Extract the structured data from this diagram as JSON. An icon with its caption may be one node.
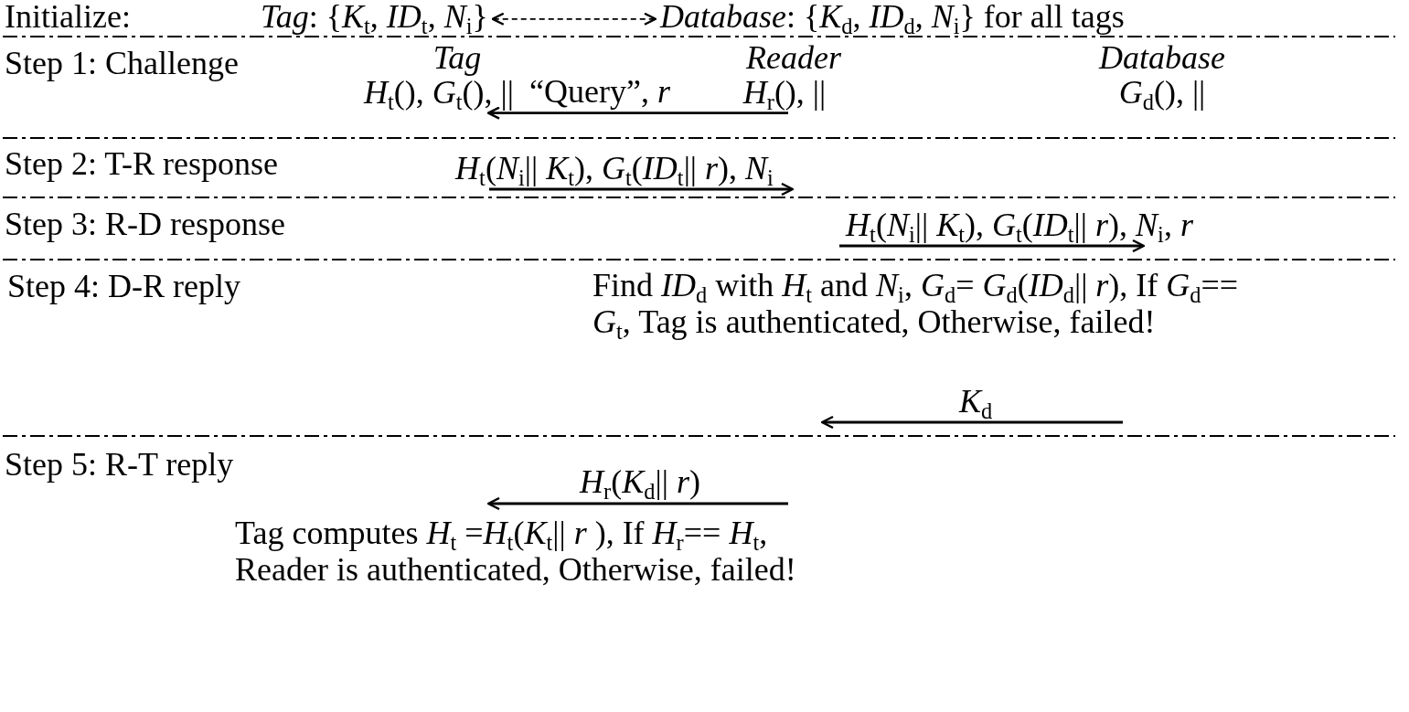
{
  "diagram": {
    "nodes": [
      {
        "text": [
          "*Tag*: {*K*$_{t}$, *ID*$_{t}$, *N*$_{i}$}"
        ]
      },
      {
        "text": [
          "*Database*: {*K*$_{d}$, *ID*$_{d}$, *N*$_{i}$} for all tags"
        ]
      },
      {
        "text": [
          "*H*$_{t}$(), *G*$_{t}$(), ||"
        ]
      },
      {
        "text": [
          "*H*$_{r}$(), ||"
        ]
      },
      {
        "text": [
          "*H*$_{t}$(*N*$_{i}$|| *K*$_{t}$), *G*$_{t}$(*ID*$_{t}$|| *r*), *N*$_{i}$"
        ]
      },
      {
        "text": [
          "*H*$_{t}$(*N*$_{i}$|| *K*$_{t}$), *G*$_{t}$(*ID*$_{t}$|| *r*), *N*$_{i}$, *r*"
        ]
      },
      {
        "text": [
          "*K*$_{d}$"
        ]
      },
      {
        "text": [
          "Tag computes *H*$_{t}$ =*H*$_{t}$(*K*$_{t}$|| *r* ), If *H*$_{r}$== *H*$_{t}$, Reader is authenticated, Otherwise, failed!"
        ]
      }
    ],
    "edges": [
      {
        "from": 0,
        "to": 1,
        "arrow": "both",
        "style": "dashed"
      },
      {
        "from": 3,
        "to": 2,
        "arrow": "to",
        "label": "“Query”, *r*"
      },
      {
        "from": null,
        "to": 4,
        "arrow": "to"
      },
      {
        "from": null,
        "to": 5,
        "arrow": "to"
      },
      {
        "from": 6,
        "to": null,
        "arrow": "to"
      },
      {
        "from": null,
        "to": 7,
        "arrow": "to",
        "label": "*H*$_{r}$(*K*$_{d}$|| *r*)"
      }
    ],
    "labels": [
      "Initialize:",
      "Step 1: Challenge",
      "*Tag*",
      "*Reader*",
      "*Database*",
      "*G*$_{d}$(), ||",
      "Step 2: T-R response",
      "Step 3: R-D response",
      "Step 4: D-R reply",
      "Find *ID*$_{d}$ with *H*$_{t}$ and *N*$_{i}$, *G*$_{d}$= *G*$_{d}$(*ID*$_{d}$|| *r*), If *G*$_{d}$== *G*$_{t}$, Tag is authenticated, Otherwise, failed!",
      "Step 5: R-T reply"
    ]
  }
}
